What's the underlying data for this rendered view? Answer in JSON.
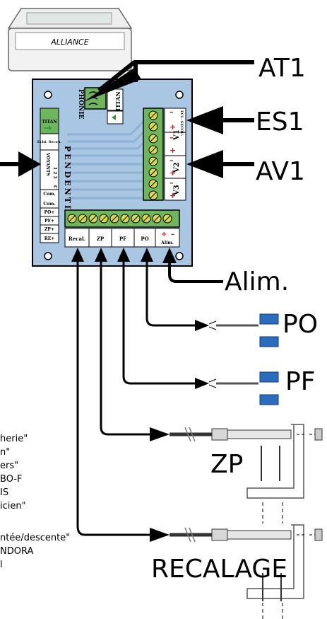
{
  "device": {
    "brand": "ALLIANCE"
  },
  "connectors": {
    "at1": "AT1",
    "es1": "ES1",
    "av1": "AV1",
    "alim": "Alim.",
    "po": "PO",
    "pf": "PF",
    "zp": "ZP",
    "recalage": "RECALAGE"
  },
  "board": {
    "phonie": "PHONIE",
    "titan_top": "TITAN",
    "pendentif": "PENDENTIF",
    "left_strip": {
      "titan": "TITAN",
      "echl_secou": "Echl. Secou.",
      "voyants": "VOYANTS",
      "v123": "1 2 3",
      "c": "C",
      "com1": "Com.",
      "com2": "Com.",
      "po_plus": "PO+",
      "pf_plus": "PF+",
      "zp_plus": "ZP+",
      "re_plus": "RE+"
    },
    "right_block": {
      "ecl_secou": "ECL. SECOU.",
      "v1": "V1",
      "v2": "V2",
      "v3": "V3"
    },
    "bottom_labels": [
      "Recal.",
      "ZP",
      "PF",
      "PO",
      "Alim."
    ]
  },
  "side_notes": [
    "herie\"",
    "n\"",
    "ers\"",
    "BO-F",
    "IS",
    "icien\"",
    "ntée/descente\"",
    "NDORA",
    "l"
  ]
}
